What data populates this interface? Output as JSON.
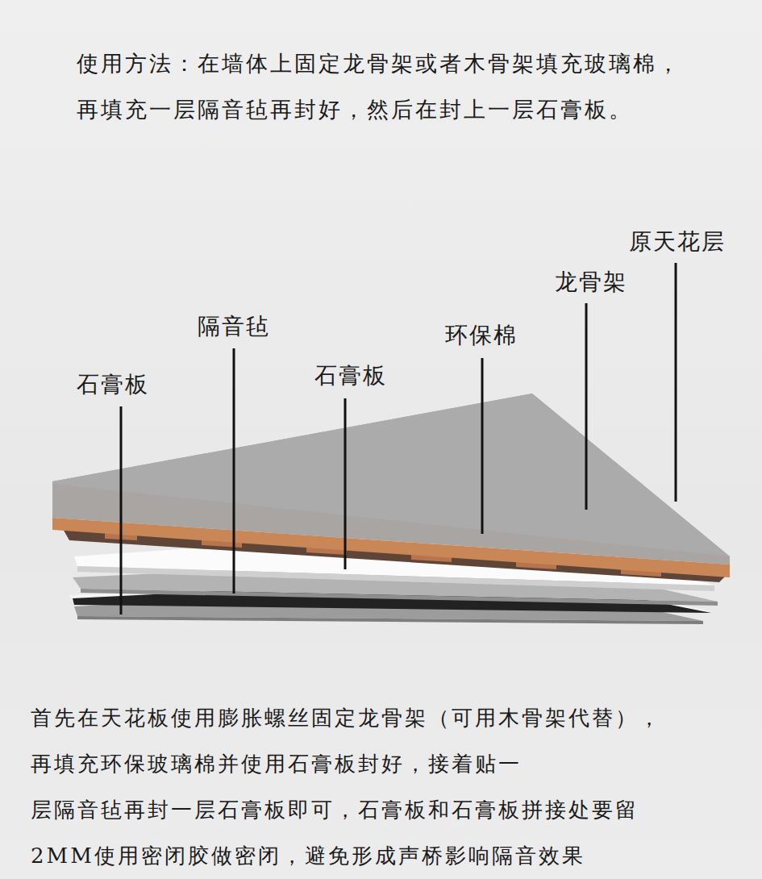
{
  "diagram": {
    "labels": [
      "使用方法：在墙体上固定龙骨架或者木骨架填充玻璃棉， 再填充一层隔音毡再封好，然后在封上一层石膏板。",
      "原天花层",
      "龙骨架",
      "隔音毡",
      "环保棉",
      "石膏板",
      "石膏板",
      "首先在天花板使用膨胀螺丝固定龙骨架（可用木骨架代替）， 再填充环保玻璃棉并使用石膏板封好，接着贴一 层隔音毡再封一层石膏板即可，石膏板和石膏板拼接处要留 2MM使用密闭胶做密闭，避免形成声桥影响隔音效果"
    ]
  }
}
